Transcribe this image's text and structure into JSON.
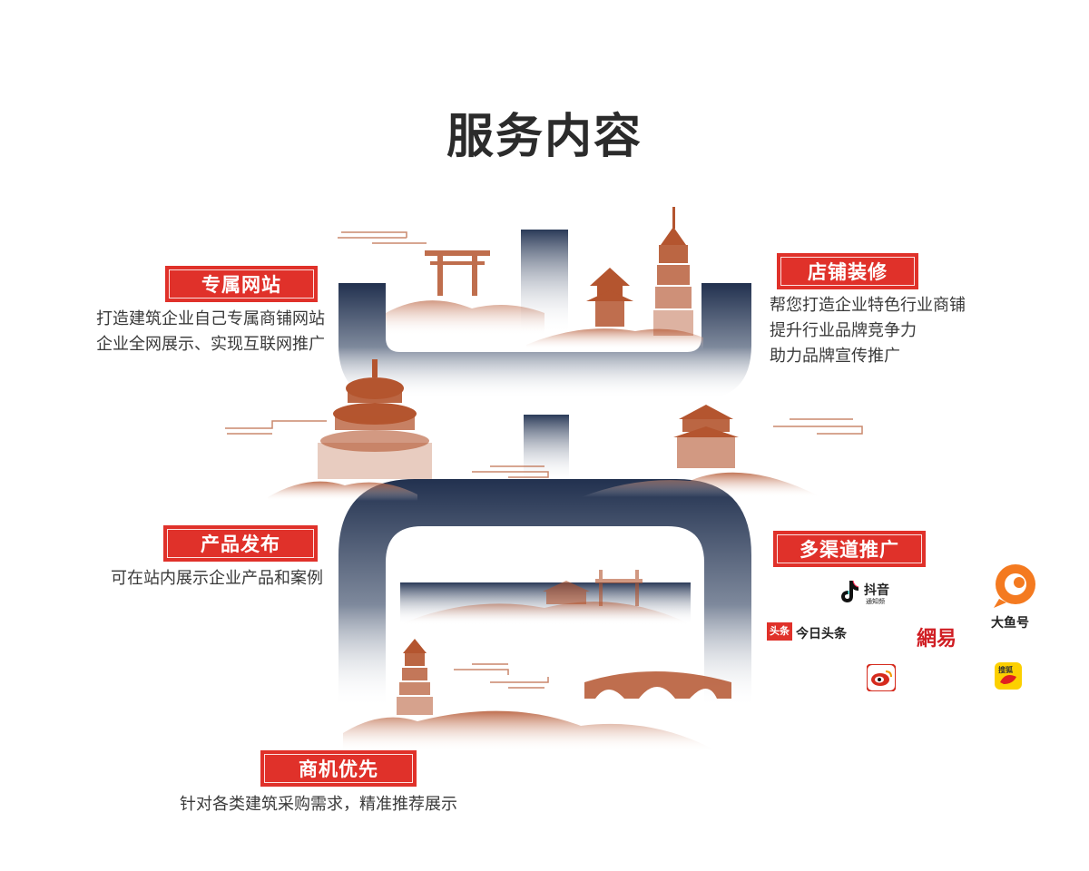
{
  "title": "服务内容",
  "services": [
    {
      "label": "专属网站",
      "lines": [
        "打造建筑企业自己专属商铺网站",
        "企业全网展示、实现互联网推广"
      ]
    },
    {
      "label": "店铺装修",
      "lines": [
        "帮您打造企业特色行业商铺",
        "提升行业品牌竞争力",
        "助力品牌宣传推广"
      ]
    },
    {
      "label": "产品发布",
      "lines": [
        "可在站内展示企业产品和案例"
      ]
    },
    {
      "label": "多渠道推广",
      "lines": []
    },
    {
      "label": "商机优先",
      "lines": [
        "针对各类建筑采购需求，精准推荐展示"
      ]
    }
  ],
  "channels": {
    "douyin": {
      "name": "抖音",
      "sub": "通知频"
    },
    "toutiao": {
      "badge": "头条",
      "name": "今日头条"
    },
    "netease": {
      "name": "網易"
    },
    "dayu": {
      "name": "大鱼号"
    },
    "weibo": {
      "icon": "weibo-icon"
    },
    "sohu": {
      "name": "搜狐"
    }
  },
  "colors": {
    "accent": "#e0312a",
    "navy": "#2a3a58",
    "rust": "#b45a3c"
  }
}
